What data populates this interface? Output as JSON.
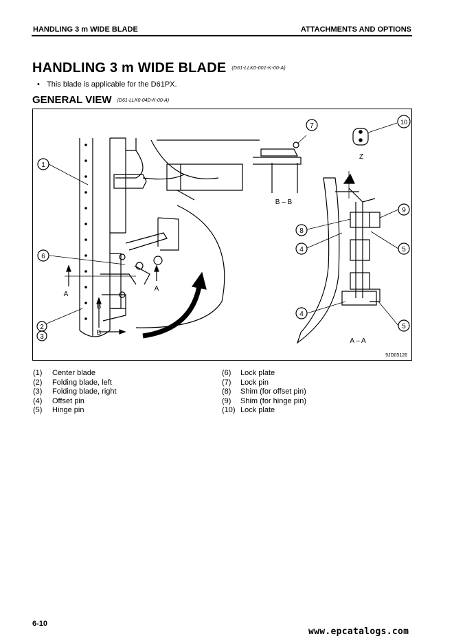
{
  "header": {
    "left": "HANDLING 3 m WIDE BLADE",
    "right": "ATTACHMENTS AND OPTIONS"
  },
  "title": {
    "text": "HANDLING 3 m WIDE BLADE",
    "code": "(D61-LLK0-001-K-00-A)"
  },
  "bullet": "This blade is applicable for the D61PX.",
  "subtitle": {
    "text": "GENERAL VIEW",
    "code": "(D61-LLK0-04D-K-00-A)"
  },
  "figure": {
    "id": "9JD05126",
    "callouts": [
      "1",
      "2",
      "3",
      "4",
      "5",
      "6",
      "7",
      "8",
      "9",
      "10"
    ],
    "labels": {
      "a": "A",
      "b": "B",
      "z": "Z",
      "bb": "B – B",
      "aa": "A – A"
    }
  },
  "legend_left": [
    {
      "num": "(1)",
      "text": "Center blade"
    },
    {
      "num": "(2)",
      "text": "Folding blade, left"
    },
    {
      "num": "(3)",
      "text": "Folding blade, right"
    },
    {
      "num": "(4)",
      "text": "Offset pin"
    },
    {
      "num": "(5)",
      "text": "Hinge pin"
    }
  ],
  "legend_right": [
    {
      "num": "(6)",
      "text": "Lock plate"
    },
    {
      "num": "(7)",
      "text": "Lock pin"
    },
    {
      "num": "(8)",
      "text": "Shim (for offset pin)"
    },
    {
      "num": "(9)",
      "text": "Shim (for hinge pin)"
    },
    {
      "num": "(10)",
      "text": "Lock plate"
    }
  ],
  "page_number": "6-10",
  "watermark": "www.epcatalogs.com"
}
